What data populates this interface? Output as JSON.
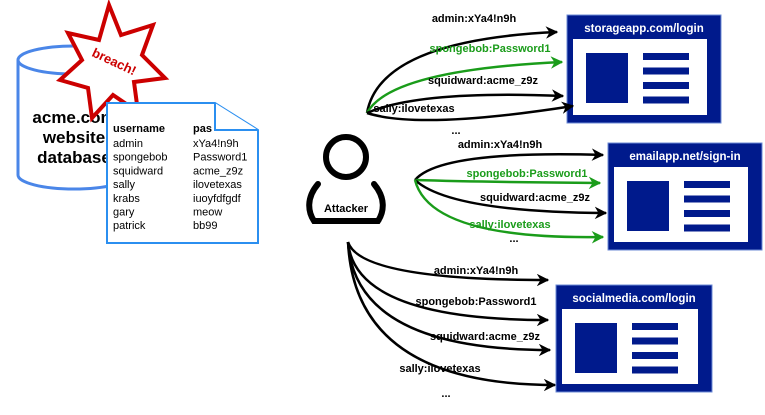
{
  "database": {
    "lines": [
      "acme.com",
      "website",
      "database"
    ]
  },
  "breach_label": "breach!",
  "leak_table": {
    "headers": [
      "username",
      "pas"
    ],
    "rows": [
      [
        "admin",
        "xYa4!n9h"
      ],
      [
        "spongebob",
        "Password1"
      ],
      [
        "squidward",
        "acme_z9z"
      ],
      [
        "sally",
        "ilovetexas"
      ],
      [
        "krabs",
        "iuoyfdfgdf"
      ],
      [
        "gary",
        "meow"
      ],
      [
        "patrick",
        "bb99"
      ]
    ]
  },
  "attacker_label": "Attacker",
  "colors": {
    "db": "#4a86e8",
    "breach": "#cc0000",
    "site": "#001a8c",
    "success": "#1a9c1a",
    "fail": "#000000"
  },
  "sites": [
    {
      "title": "storageapp.com/login",
      "attempts": [
        {
          "label": "admin:xYa4!n9h",
          "success": false
        },
        {
          "label": "spongebob:Password1",
          "success": true
        },
        {
          "label": "squidward:acme_z9z",
          "success": false
        },
        {
          "label": "sally:ilovetexas",
          "success": false
        }
      ],
      "more": "..."
    },
    {
      "title": "emailapp.net/sign-in",
      "attempts": [
        {
          "label": "admin:xYa4!n9h",
          "success": false
        },
        {
          "label": "spongebob:Password1",
          "success": true
        },
        {
          "label": "squidward:acme_z9z",
          "success": false
        },
        {
          "label": "sally:ilovetexas",
          "success": true
        }
      ],
      "more": "..."
    },
    {
      "title": "socialmedia.com/login",
      "attempts": [
        {
          "label": "admin:xYa4!n9h",
          "success": false
        },
        {
          "label": "spongebob:Password1",
          "success": false
        },
        {
          "label": "squidward:acme_z9z",
          "success": false
        },
        {
          "label": "sally:ilovetexas",
          "success": false
        }
      ],
      "more": "..."
    }
  ]
}
